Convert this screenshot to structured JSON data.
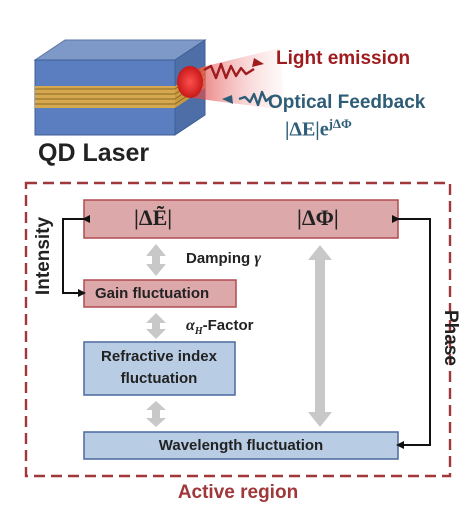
{
  "device": {
    "title": "QD Laser",
    "light_emission_label": "Light emission",
    "optical_feedback_label": "Optical Feedback",
    "feedback_formula_base": "|ΔE|e",
    "feedback_formula_exp": "jΔΦ"
  },
  "diagram": {
    "top_box": {
      "delta_e_label": "|ΔẼ|",
      "delta_phi_label": "|ΔΦ|"
    },
    "intensity_label": "Intensity",
    "phase_label": "Phase",
    "damping_label_text": "Damping ",
    "damping_symbol": "γ",
    "gain_box_label": "Gain fluctuation",
    "alpha_symbol": "α",
    "alpha_subscript": "H",
    "alpha_suffix": "-Factor",
    "refractive_box_line1": "Refractive index",
    "refractive_box_line2": "fluctuation",
    "wavelength_box_label": "Wavelength fluctuation",
    "region_label": "Active region"
  },
  "colors": {
    "red_accent": "#9e1b1e",
    "region_border": "#a0373a",
    "pink_box_fill": "#dca8aa",
    "pink_box_border": "#b04a50",
    "blue_box_fill": "#b8cce4",
    "blue_box_border": "#4a6aa0",
    "feedback_blue": "#2e5d78",
    "gray_arrow": "#c8c8c8"
  }
}
